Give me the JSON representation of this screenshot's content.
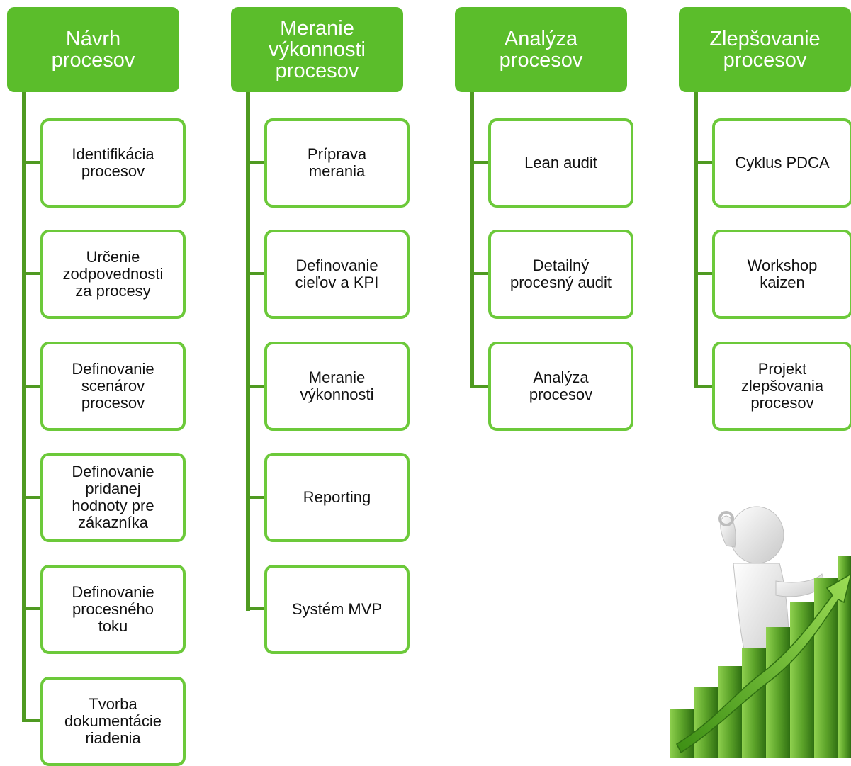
{
  "columns": [
    {
      "title": "Návrh\nprocesov",
      "items": [
        "Identifikácia\nprocesov",
        "Určenie\nzodpovednosti\nza procesy",
        "Definovanie\nscenárov\nprocesov",
        "Definovanie\npridanej\nhodnoty pre\nzákazníka",
        "Definovanie\nprocesného\ntoku",
        "Tvorba\ndokumentácie\nriadenia"
      ]
    },
    {
      "title": "Meranie\nvýkonnosti\nprocesov",
      "items": [
        "Príprava\nmerania",
        "Definovanie\ncieľov a KPI",
        "Meranie\nvýkonnosti",
        "Reporting",
        "Systém MVP"
      ]
    },
    {
      "title": "Analýza\nprocesov",
      "items": [
        "Lean audit",
        "Detailný\nprocesný audit",
        "Analýza\nprocesov"
      ]
    },
    {
      "title": "Zlepšovanie\nprocesov",
      "items": [
        "Cyklus PDCA",
        "Workshop\nkaizen",
        "Projekt\nzlepšovania\nprocesov"
      ]
    }
  ],
  "colors": {
    "header_fill": "#5bbd2b",
    "connector": "#4f9a21",
    "box_border": "#6cc93a"
  },
  "illustration": "person-with-rising-bar-chart"
}
